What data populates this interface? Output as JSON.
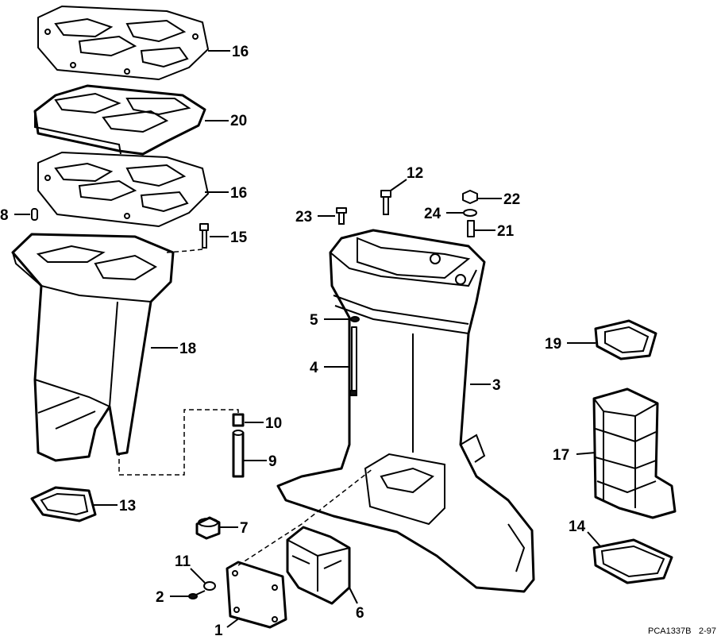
{
  "diagram": {
    "callouts": {
      "c1": "1",
      "c2": "2",
      "c3": "3",
      "c4": "4",
      "c5": "5",
      "c6": "6",
      "c7": "7",
      "c8": "8",
      "c9": "9",
      "c10": "10",
      "c11": "11",
      "c12": "12",
      "c13": "13",
      "c14": "14",
      "c15": "15",
      "c16a": "16",
      "c16b": "16",
      "c17": "17",
      "c18": "18",
      "c19": "19",
      "c20": "20",
      "c21": "21",
      "c22": "22",
      "c23": "23",
      "c24": "24"
    },
    "footer": {
      "code": "PCA1337B",
      "page": "2-97"
    }
  }
}
